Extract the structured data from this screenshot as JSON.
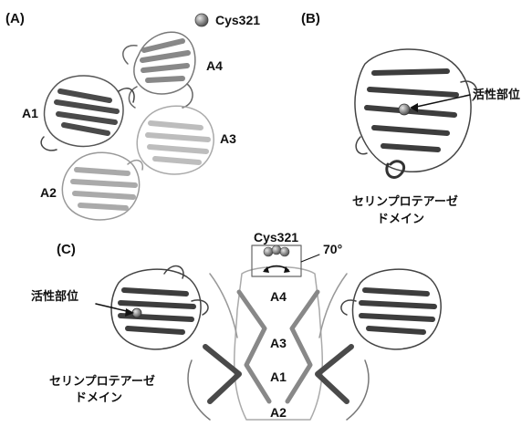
{
  "panels": {
    "a": "(A)",
    "b": "(B)",
    "c": "(C)"
  },
  "panel_a": {
    "cys": "Cys321",
    "a1": "A1",
    "a2": "A2",
    "a3": "A3",
    "a4": "A4"
  },
  "panel_b": {
    "active_site": "活性部位",
    "domain_line1": "セリンプロテアーゼ",
    "domain_line2": "ドメイン"
  },
  "panel_c": {
    "cys": "Cys321",
    "angle": "70°",
    "active_site": "活性部位",
    "domain_line1": "セリンプロテアーゼ",
    "domain_line2": "ドメイン",
    "a4": "A4",
    "a3": "A3",
    "a1": "A1",
    "a2": "A2"
  },
  "colors": {
    "dark": "#3a3a3a",
    "mid": "#7a7a7a",
    "light": "#b5b5b5",
    "sphere": "#6e6e6e"
  }
}
